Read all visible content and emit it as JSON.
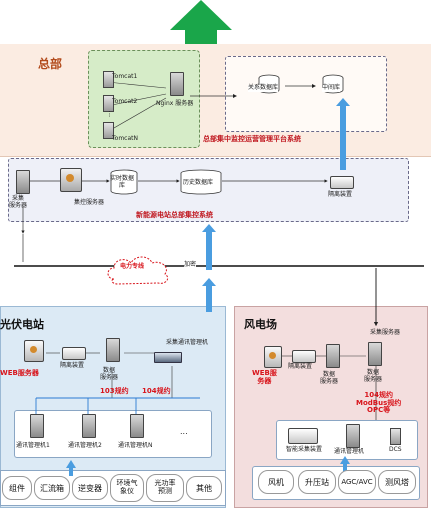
{
  "hq": {
    "title": "总部",
    "tomcats": [
      "Tomcat1",
      "Tomcat2",
      "TomcatN"
    ],
    "nginx_label": "Nginx 服务器",
    "relational_db": "关系数据库",
    "intermediate_db": "中间库",
    "platform_name": "总部集中监控运营管理平台系统"
  },
  "central": {
    "collect_server": "采集\n服务器",
    "control_server": "集控服务器",
    "realtime_db": "实时数据\n库",
    "history_db": "历史数据库",
    "isolation": "隔离装置",
    "platform_name": "新能源电站总部集控系统"
  },
  "network": {
    "cloud_label": "电力专线",
    "encrypt_label": "加密"
  },
  "pv": {
    "title": "光伏电站",
    "web_server": "WEB服务器",
    "isolation": "隔离装置",
    "data_server": "数据\n服务器",
    "comm_manager": "采集通讯管理机",
    "proto_103": "103规约",
    "proto_104": "104规约",
    "comm_units": [
      "通讯管理机1",
      "通讯管理机2",
      "通讯管理机N"
    ],
    "dots": "...",
    "devices": [
      "组件",
      "汇流箱",
      "逆变器",
      "环境气\n象仪",
      "光功率\n预测",
      "其他"
    ]
  },
  "wind": {
    "title": "风电场",
    "collect_server": "采集服务器",
    "web_server": "WEB服\n务器",
    "isolation": "隔离装置",
    "data_server": "数据\n服务器",
    "data_server2": "数据\n服务器",
    "protocols": "104规约\nModBus规约\nOPC等",
    "smart_device": "智能采集装置",
    "comm_manager": "通讯管理机",
    "dcs": "DCS",
    "devices": [
      "风机",
      "升压站",
      "AGC/AVC",
      "测风塔"
    ]
  },
  "colors": {
    "green_arrow": "#1aa64a",
    "blue_arrow": "#4a9de0",
    "hq_bg": "#fbece2",
    "central_bg": "#eef0f8",
    "pv_bg": "#dceaf5",
    "wind_bg": "#f3dede",
    "platform_red": "#c0171f"
  }
}
